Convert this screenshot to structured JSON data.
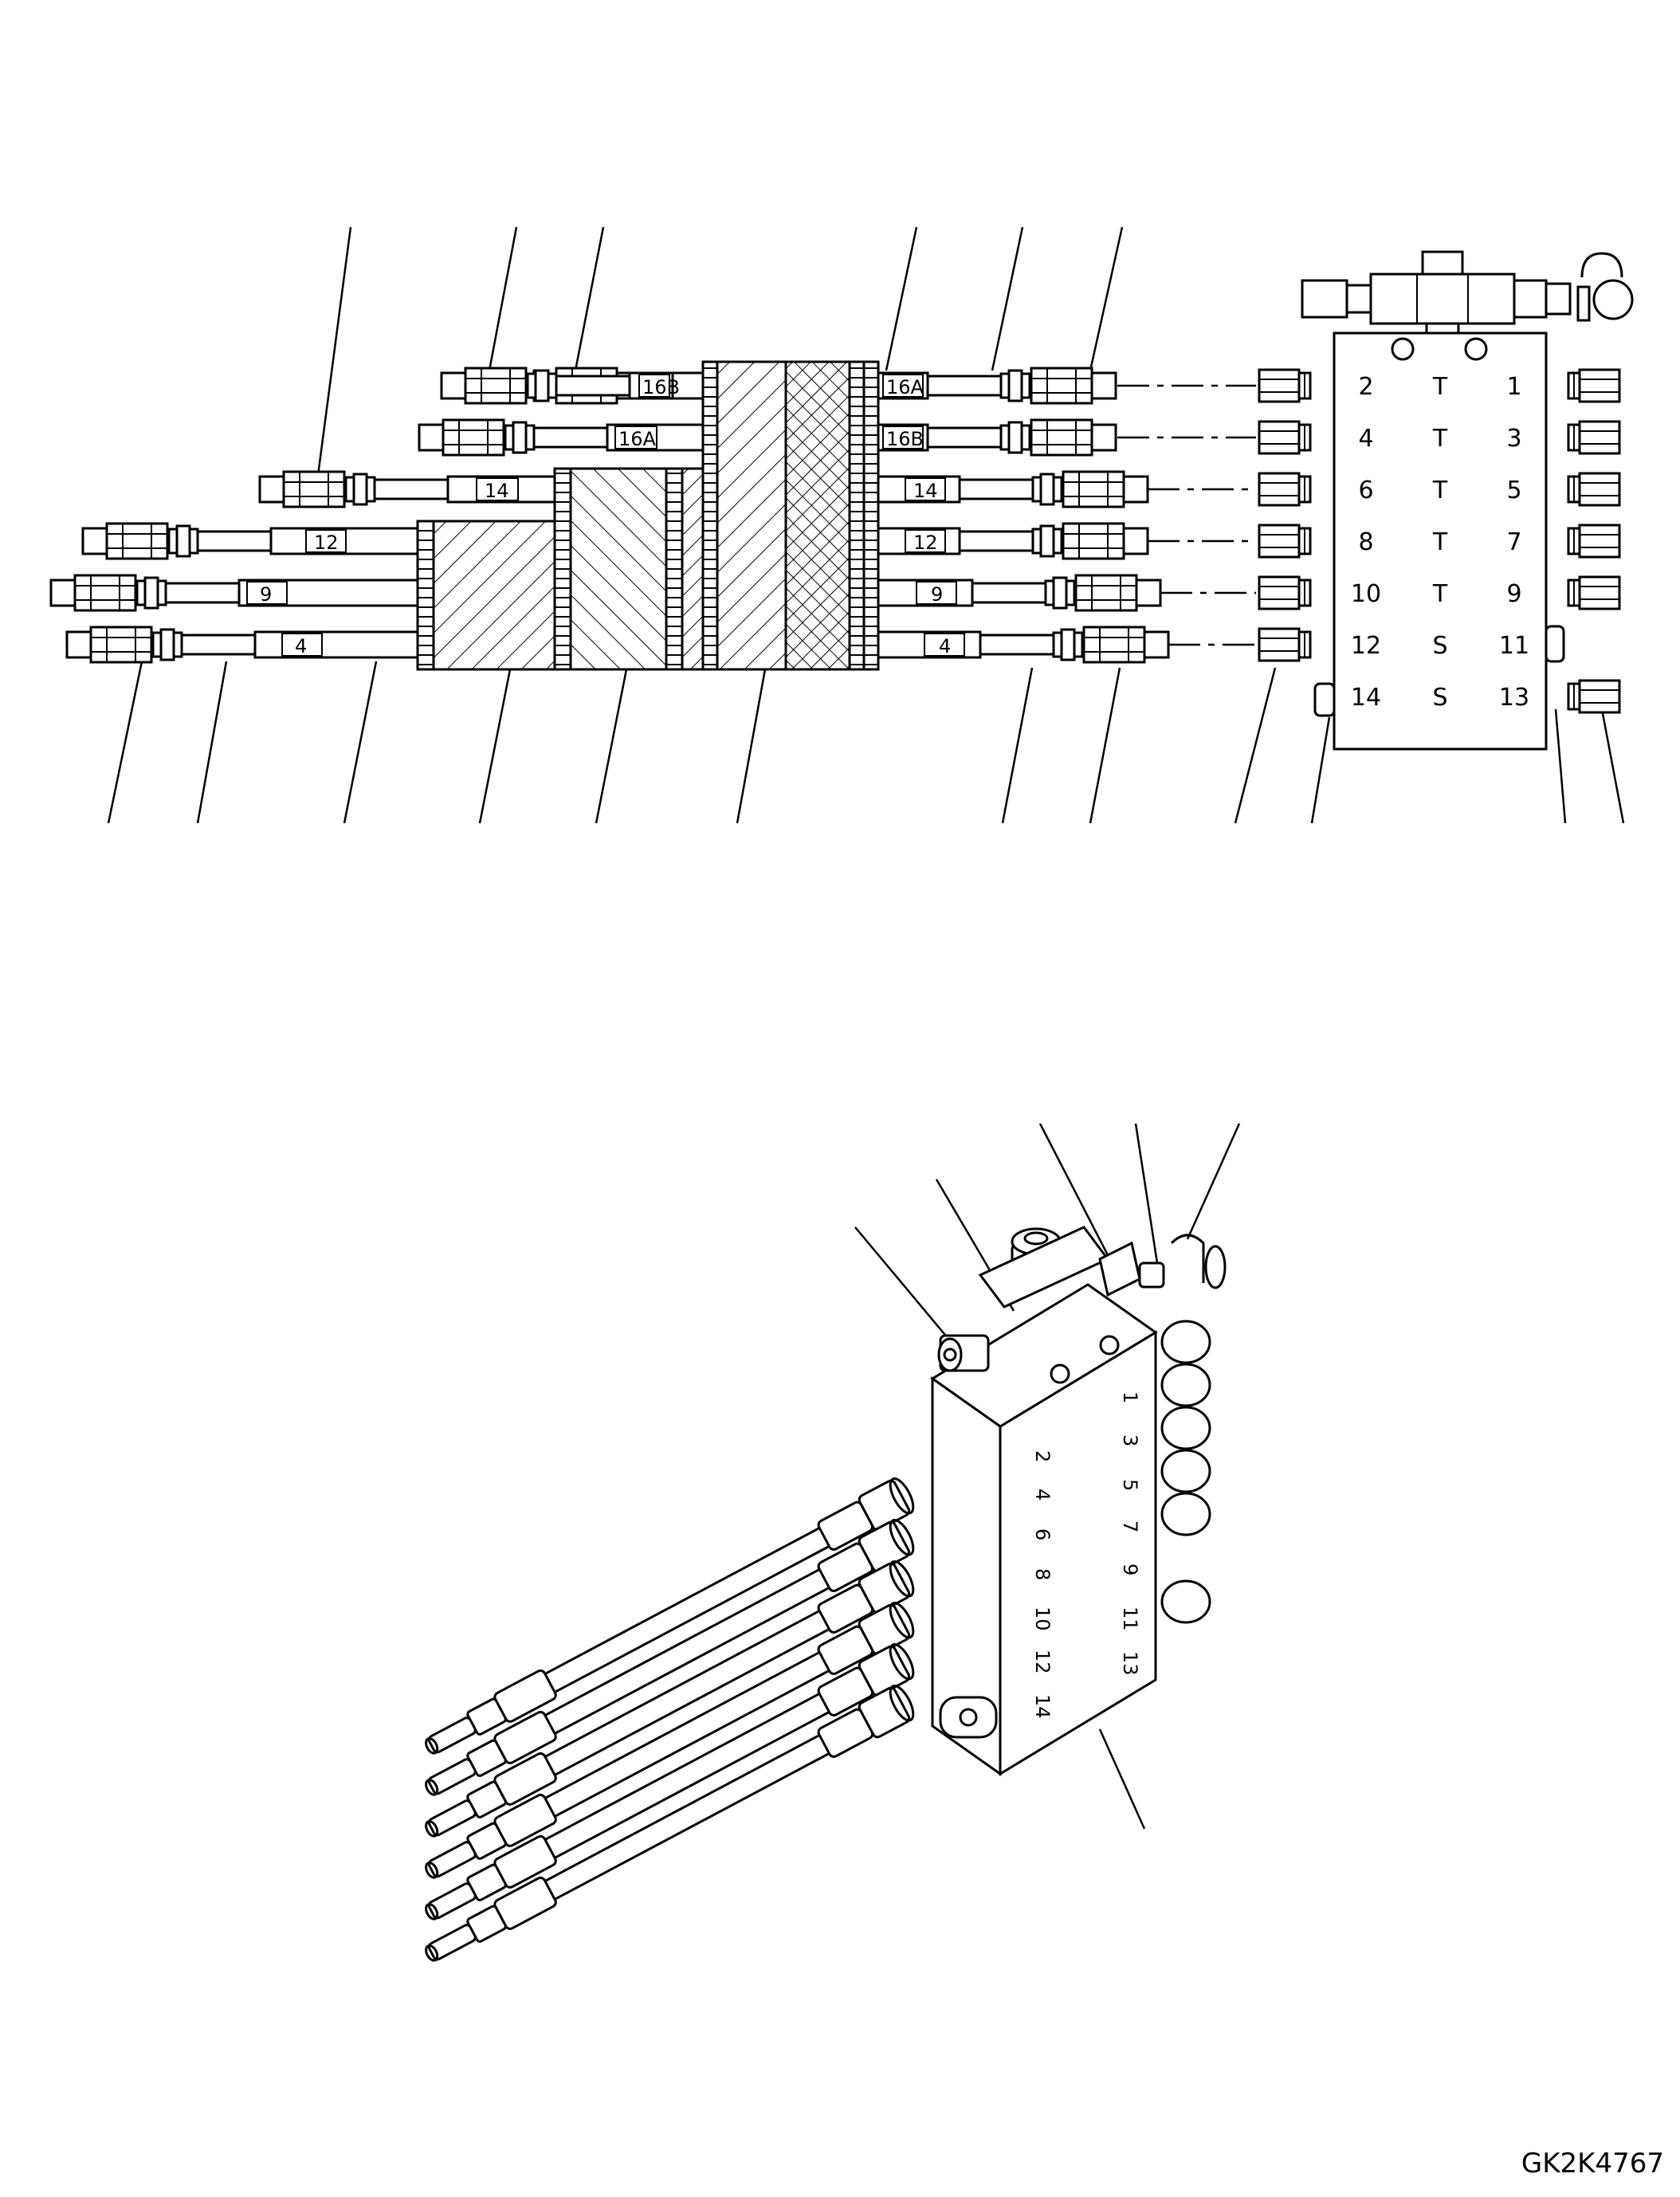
{
  "upper_view": {
    "hose_tags_left": [
      "16B",
      "16A",
      "14",
      "12",
      "9",
      "4"
    ],
    "hose_tags_right": [
      "16A",
      "16B",
      "14",
      "12",
      "9",
      "4"
    ],
    "block_ports": [
      {
        "left": "2",
        "mid": "T",
        "right": "1"
      },
      {
        "left": "4",
        "mid": "T",
        "right": "3"
      },
      {
        "left": "6",
        "mid": "T",
        "right": "5"
      },
      {
        "left": "8",
        "mid": "T",
        "right": "7"
      },
      {
        "left": "10",
        "mid": "T",
        "right": "9"
      },
      {
        "left": "12",
        "mid": "S",
        "right": "11"
      },
      {
        "left": "14",
        "mid": "S",
        "right": "13"
      }
    ]
  },
  "iso_view": {
    "left_face_numbers": [
      "2",
      "4",
      "6",
      "8",
      "10",
      "12",
      "14"
    ],
    "right_face_numbers": [
      "1",
      "3",
      "5",
      "7",
      "9",
      "11",
      "13"
    ]
  },
  "drawing_id": "GK2K4767"
}
